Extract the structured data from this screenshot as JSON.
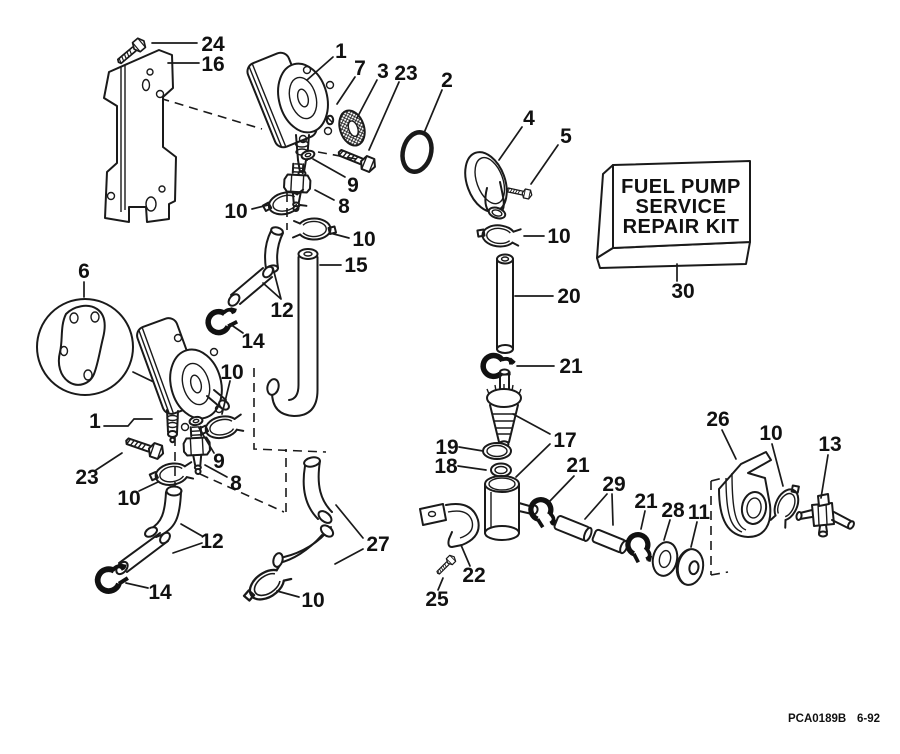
{
  "kit_box": {
    "line1": "FUEL PUMP",
    "line2": "SERVICE",
    "line3": "REPAIR KIT"
  },
  "footer": {
    "code": "PCA0189B",
    "date": "6-92"
  },
  "colors": {
    "ink": "#1a1a1a",
    "paper": "#ffffff"
  },
  "callouts": {
    "c24": "24",
    "c16": "16",
    "c1_top": "1",
    "c7": "7",
    "c3": "3",
    "c23_top": "23",
    "c2": "2",
    "c4": "4",
    "c5": "5",
    "c9_top": "9",
    "c8_top": "8",
    "c10_a": "10",
    "c10_b": "10",
    "c15": "15",
    "c10_c": "10",
    "c20": "20",
    "c21_a": "21",
    "c6": "6",
    "c12_top": "12",
    "c14_top": "14",
    "c10_d": "10",
    "c1_low": "1",
    "c23_low": "23",
    "c10_e": "10",
    "c9_low": "9",
    "c8_low": "8",
    "c12_low": "12",
    "c14_low": "14",
    "c10_f": "10",
    "c27": "27",
    "c19": "19",
    "c18": "18",
    "c17": "17",
    "c21_b": "21",
    "c29": "29",
    "c21_c": "21",
    "c28": "28",
    "c11": "11",
    "c26": "26",
    "c10_g": "10",
    "c13": "13",
    "c22": "22",
    "c25": "25",
    "c30": "30"
  }
}
